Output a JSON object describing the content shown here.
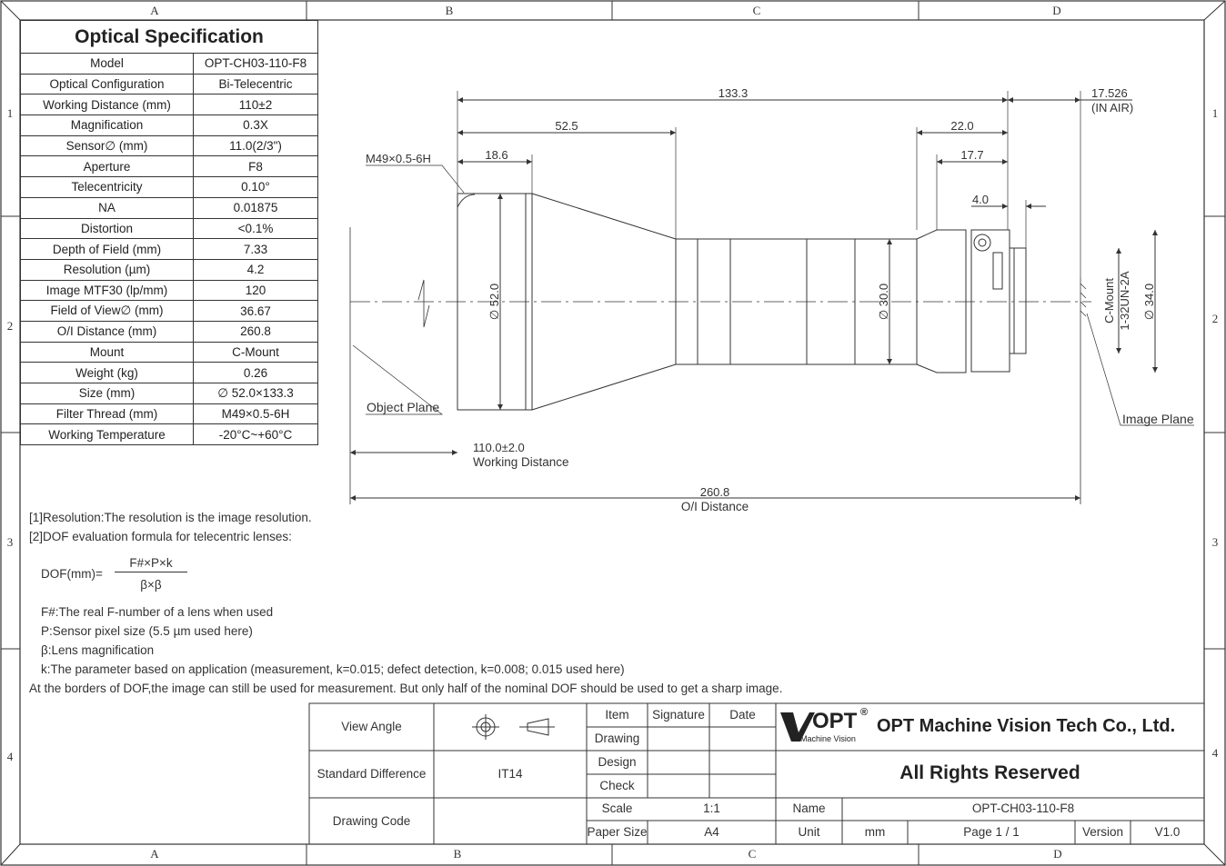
{
  "zones": {
    "columns": [
      "A",
      "B",
      "C",
      "D"
    ],
    "rows": [
      "1",
      "2",
      "3",
      "4"
    ]
  },
  "spec": {
    "title": "Optical Specification",
    "rows": [
      {
        "key": "Model",
        "value": "OPT-CH03-110-F8"
      },
      {
        "key": "Optical Configuration",
        "value": "Bi-Telecentric"
      },
      {
        "key": "Working Distance (mm)",
        "value": "110±2"
      },
      {
        "key": "Magnification",
        "value": "0.3X"
      },
      {
        "key": "Sensor∅ (mm)",
        "value": "11.0(2/3\")"
      },
      {
        "key": "Aperture",
        "value": "F8"
      },
      {
        "key": "Telecentricity",
        "value": "0.10°"
      },
      {
        "key": "NA",
        "value": "0.01875"
      },
      {
        "key": "Distortion",
        "value": "<0.1%"
      },
      {
        "key": "Depth of Field (mm)",
        "value": "7.33"
      },
      {
        "key": "Resolution (µm)",
        "value": "4.2"
      },
      {
        "key": "Image MTF30 (lp/mm)",
        "value": "120"
      },
      {
        "key": "Field of View∅ (mm)",
        "value": "36.67"
      },
      {
        "key": "O/I Distance (mm)",
        "value": "260.8"
      },
      {
        "key": "Mount",
        "value": "C-Mount"
      },
      {
        "key": "Weight (kg)",
        "value": "0.26"
      },
      {
        "key": "Size (mm)",
        "value": "∅ 52.0×133.3"
      },
      {
        "key": "Filter Thread (mm)",
        "value": "M49×0.5-6H"
      },
      {
        "key": "Working Temperature",
        "value": "-20°C~+60°C"
      }
    ]
  },
  "drawing": {
    "dim_133": "133.3",
    "dim_17526": "17.526",
    "in_air": "(IN AIR)",
    "dim_52_5": "52.5",
    "dim_22": "22.0",
    "dim_18_6": "18.6",
    "dim_17_7": "17.7",
    "thread_label": "M49×0.5-6H",
    "dim_4": "4.0",
    "dia_52": "∅ 52.0",
    "dia_30": "∅ 30.0",
    "dia_34": "∅ 34.0",
    "mount_1": "C-Mount",
    "mount_2": "1-32UN-2A",
    "object_plane": "Object Plane",
    "image_plane": "Image Plane",
    "wd_value": "110.0±2.0",
    "wd_label": "Working Distance",
    "oi_value": "260.8",
    "oi_label": "O/I Distance"
  },
  "notes": {
    "n1": "[1]Resolution:The resolution is  the image resolution.",
    "n2": "[2]DOF evaluation formula for telecentric lenses:",
    "dof_label": "DOF(mm)=",
    "numerator": "F#×P×k",
    "denominator": "β×β",
    "f": "F#:The real F-number of a lens when used",
    "p": "P:Sensor pixel size (5.5 µm used here)",
    "b": "β:Lens magnification",
    "k": "k:The parameter based on application (measurement, k=0.015; defect detection, k=0.008; 0.015 used here)",
    "border": "At the borders of DOF,the image can still be used for measurement. But only half of the nominal DOF should be used to get a sharp image."
  },
  "title_block": {
    "view_angle": "View Angle",
    "standard_difference": "Standard Difference",
    "it": "IT14",
    "drawing_code": "Drawing Code",
    "item": "Item",
    "signature": "Signature",
    "date": "Date",
    "drawing": "Drawing",
    "design": "Design",
    "check": "Check",
    "scale": "Scale",
    "scale_value": "1:1",
    "paper_size": "Paper Size",
    "paper_value": "A4",
    "logo_text": "OPT",
    "logo_sub": "Machine Vision",
    "company": "OPT Machine Vision Tech Co., Ltd.",
    "rights": "All Rights Reserved",
    "name_label": "Name",
    "name_value": "OPT-CH03-110-F8",
    "unit_label": "Unit",
    "unit_value": "mm",
    "page": "Page  1 / 1",
    "version_label": "Version",
    "version_value": "V1.0"
  }
}
